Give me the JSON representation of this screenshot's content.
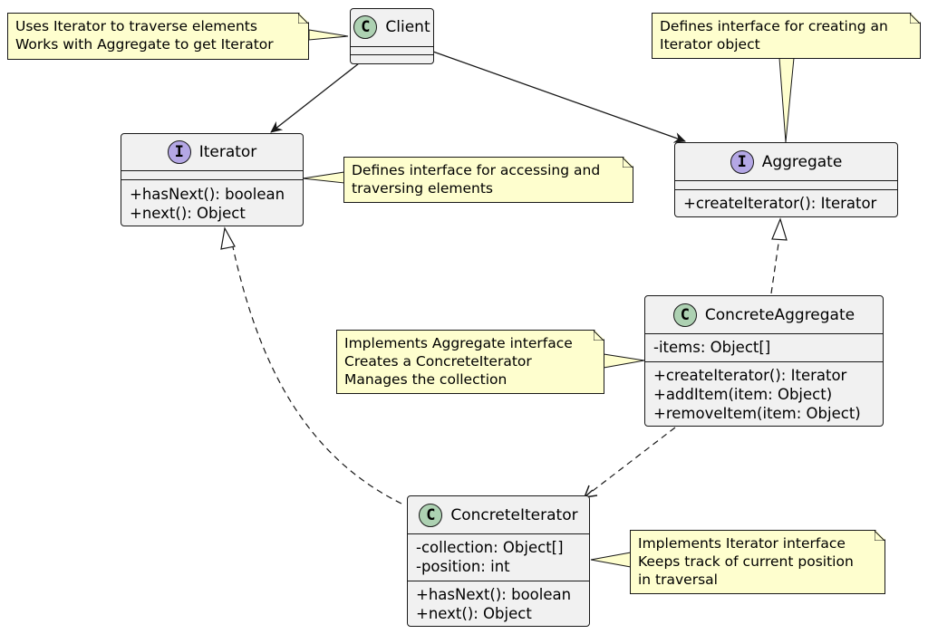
{
  "classes": {
    "client": {
      "name": "Client",
      "stereotype": "C"
    },
    "iterator": {
      "name": "Iterator",
      "stereotype": "I",
      "methods": [
        "+hasNext(): boolean",
        "+next(): Object"
      ]
    },
    "aggregate": {
      "name": "Aggregate",
      "stereotype": "I",
      "methods": [
        "+createIterator(): Iterator"
      ]
    },
    "concrete_aggregate": {
      "name": "ConcreteAggregate",
      "stereotype": "C",
      "fields": [
        "-items: Object[]"
      ],
      "methods": [
        "+createIterator(): Iterator",
        "+addItem(item: Object)",
        "+removeItem(item: Object)"
      ]
    },
    "concrete_iterator": {
      "name": "ConcreteIterator",
      "stereotype": "C",
      "fields": [
        "-collection: Object[]",
        "-position: int"
      ],
      "methods": [
        "+hasNext(): boolean",
        "+next(): Object"
      ]
    }
  },
  "notes": {
    "client": [
      "Uses Iterator to traverse elements",
      "Works with Aggregate to get Iterator"
    ],
    "aggregate": [
      "Defines interface for creating an",
      "Iterator object"
    ],
    "iterator": [
      "Defines interface for accessing and",
      "traversing elements"
    ],
    "concrete_aggregate": [
      "Implements Aggregate interface",
      "Creates a ConcreteIterator",
      "Manages the collection"
    ],
    "concrete_iterator": [
      "Implements Iterator interface",
      "Keeps track of current position",
      "in traversal"
    ]
  },
  "relations": [
    {
      "from": "Client",
      "to": "Iterator",
      "kind": "association"
    },
    {
      "from": "Client",
      "to": "Aggregate",
      "kind": "association"
    },
    {
      "from": "ConcreteAggregate",
      "to": "Aggregate",
      "kind": "realization"
    },
    {
      "from": "ConcreteIterator",
      "to": "Iterator",
      "kind": "realization"
    },
    {
      "from": "ConcreteAggregate",
      "to": "ConcreteIterator",
      "kind": "dependency"
    }
  ],
  "colors": {
    "class_fill": "#f1f1f1",
    "class_badge": "#add1b2",
    "interface_badge": "#b4a7e5",
    "note_fill": "#fefece",
    "line": "#181818"
  }
}
